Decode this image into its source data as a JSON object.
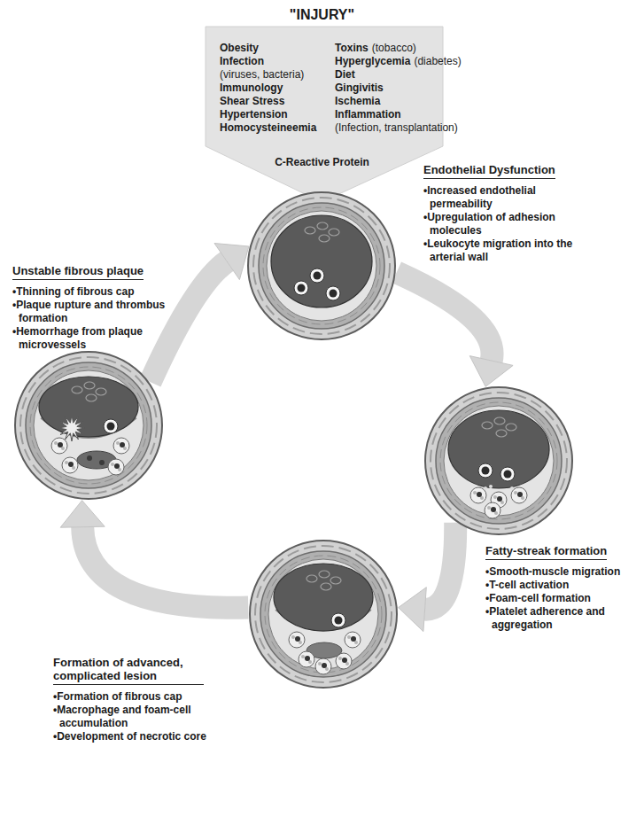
{
  "diagram": {
    "title": "\"INJURY\"",
    "nodes": [
      {
        "text": [
          "Endothelial Dysfunction",
          "•Increased endothelial permeability",
          "•Upregulation of adhesion molecules",
          "•Leukocyte migration into the arterial wall"
        ]
      },
      {
        "text": [
          "Fatty-streak formation",
          "•Smooth-muscle migration",
          "•T-cell activation",
          "•Foam-cell formation",
          "•Platelet adherence and aggregation"
        ]
      },
      {
        "text": [
          "Formation of advanced, complicated lesion",
          "•Formation of fibrous cap",
          "•Macrophage and foam-cell accumulation",
          "•Development of necrotic core"
        ]
      },
      {
        "text": [
          "Unstable fibrous plaque",
          "•Thinning of fibrous cap",
          "•Plaque rupture and thrombus formation",
          "•Hemorrhage from plaque microvessels"
        ]
      }
    ],
    "edges": [
      {
        "from": 0,
        "to": 1,
        "arrow": "to"
      },
      {
        "from": 1,
        "to": 2,
        "arrow": "to"
      },
      {
        "from": 2,
        "to": 3,
        "arrow": "to"
      },
      {
        "from": 3,
        "to": 0,
        "arrow": "to"
      }
    ],
    "labels": [
      "Obesity",
      "Infection",
      "(viruses, bacteria)",
      "Immunology",
      "Shear Stress",
      "Hypertension",
      "Homocysteineemia",
      "Toxins",
      "(tobacco)",
      "Hyperglycemia",
      "(diabetes)",
      "Diet",
      "Gingivitis",
      "Ischemia",
      "Inflammation",
      "(Infection, transplantation)",
      "C-Reactive Protein"
    ]
  }
}
